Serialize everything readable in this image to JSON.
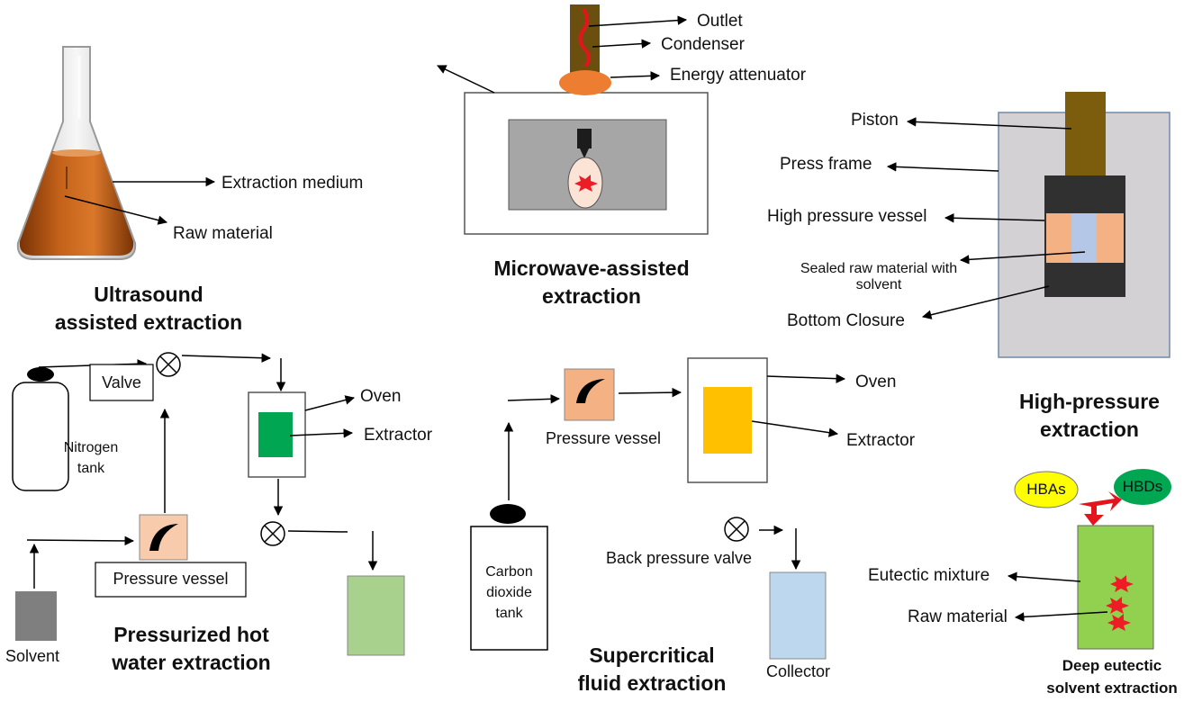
{
  "ultrasound": {
    "title_l1": "Ultrasound",
    "title_l2": "assisted extraction",
    "extraction_medium": "Extraction medium",
    "raw_material": "Raw material"
  },
  "microwave": {
    "title_l1": "Microwave-assisted",
    "title_l2": "extraction",
    "outlet": "Outlet",
    "condenser": "Condenser",
    "energy_attenuator": "Energy attenuator"
  },
  "high_pressure": {
    "title_l1": "High-pressure",
    "title_l2": "extraction",
    "piston": "Piston",
    "press_frame": "Press frame",
    "vessel": "High pressure  vessel",
    "sealed_l1": "Sealed raw material with",
    "sealed_l2": "solvent",
    "bottom_closure": "Bottom Closure"
  },
  "phwe": {
    "title_l1": "Pressurized hot",
    "title_l2": "water extraction",
    "valve": "Valve",
    "nitrogen_l1": "Nitrogen",
    "nitrogen_l2": "tank",
    "pressure_vessel": "Pressure vessel",
    "solvent": "Solvent",
    "oven": "Oven",
    "extractor": "Extractor"
  },
  "sfe": {
    "title_l1": "Supercritical",
    "title_l2": "fluid  extraction",
    "pressure_vessel": "Pressure vessel",
    "oven": "Oven",
    "extractor": "Extractor",
    "co2_l1": "Carbon",
    "co2_l2": "dioxide",
    "co2_l3": "tank",
    "back_pressure_valve": "Back pressure  valve",
    "collector": "Collector"
  },
  "des": {
    "title_l1": "Deep eutectic",
    "title_l2": "solvent extraction",
    "hbas": "HBAs",
    "hbds": "HBDs",
    "eutectic_mixture": "Eutectic mixture",
    "raw_material": "Raw material"
  }
}
